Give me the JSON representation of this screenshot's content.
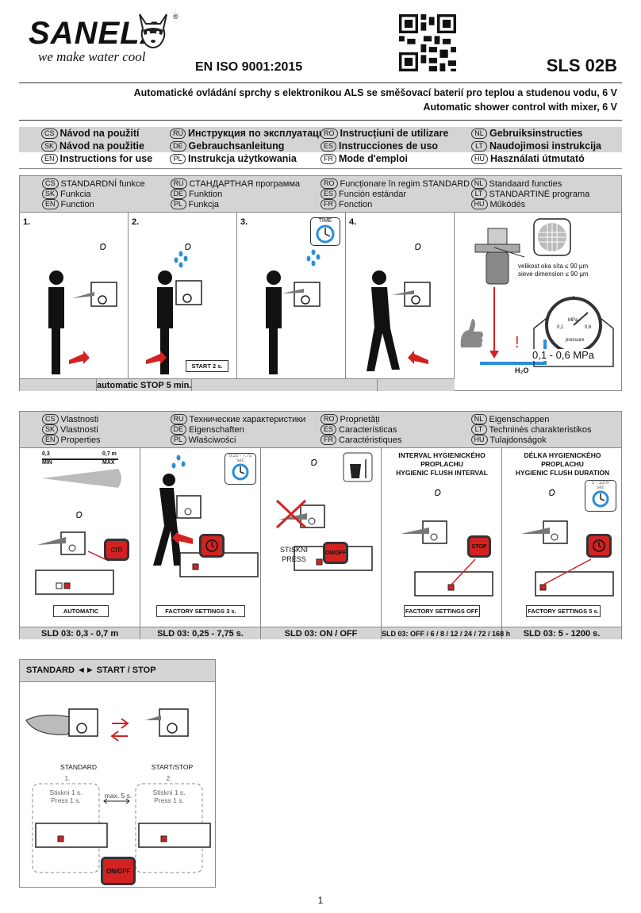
{
  "brand": {
    "name": "SANELA",
    "tagline": "we make water cool",
    "registered": "®"
  },
  "iso": "EN ISO 9001:2015",
  "model": "SLS 02B",
  "subtitle_cz": "Automatické ovládání sprchy s elektronikou ALS se směšovací baterií pro teplou a studenou vodu, 6 V",
  "subtitle_en": "Automatic shower control with mixer, 6 V",
  "languages": [
    [
      {
        "code": "CS",
        "text": "Návod na použití"
      },
      {
        "code": "RU",
        "text": "Инструкция по эксплуатации"
      },
      {
        "code": "RO",
        "text": "Instrucțiuni de utilizare"
      },
      {
        "code": "NL",
        "text": "Gebruiksinstructies"
      }
    ],
    [
      {
        "code": "SK",
        "text": "Návod na použitie"
      },
      {
        "code": "DE",
        "text": "Gebrauchsanleitung"
      },
      {
        "code": "ES",
        "text": "Instrucciones de uso"
      },
      {
        "code": "LT",
        "text": "Naudojimosi instrukcija"
      }
    ],
    [
      {
        "code": "EN",
        "text": "Instructions for use"
      },
      {
        "code": "PL",
        "text": "Instrukcja użytkowania"
      },
      {
        "code": "FR",
        "text": "Mode d'emploi"
      },
      {
        "code": "HU",
        "text": "Használati útmutató"
      }
    ]
  ],
  "function_panel": {
    "header": [
      [
        {
          "code": "CS",
          "text": "STANDARDNÍ funkce"
        },
        {
          "code": "RU",
          "text": "СТАНДАРТНАЯ программа"
        },
        {
          "code": "RO",
          "text": "Funcționare în regim STANDARD"
        },
        {
          "code": "NL",
          "text": "Standaard functies"
        }
      ],
      [
        {
          "code": "SK",
          "text": "Funkcia"
        },
        {
          "code": "DE",
          "text": "Funktion"
        },
        {
          "code": "ES",
          "text": "Función estándar"
        },
        {
          "code": "LT",
          "text": "STANDARTINĖ programa"
        }
      ],
      [
        {
          "code": "EN",
          "text": "Function"
        },
        {
          "code": "PL",
          "text": "Funkcja"
        },
        {
          "code": "FR",
          "text": "Fonction"
        },
        {
          "code": "HU",
          "text": "Működés"
        }
      ]
    ],
    "steps": [
      "1.",
      "2.",
      "3.",
      "4."
    ],
    "start_label": "START 2 s.",
    "timer_label": "TIME",
    "footer": "automatic STOP 5 min.",
    "filter_label_cz": "velikost oka síta ≤ 90 µm",
    "filter_label_en": "sieve dimension ≤ 90 µm",
    "pressure": "0,1 - 0,6 MPa",
    "gauge_unit": "MPa",
    "gauge_word": "pressure",
    "gauge_ticks": [
      "0,1",
      "0,6"
    ],
    "water": "H₂O",
    "warning": "!"
  },
  "properties_panel": {
    "header": [
      [
        {
          "code": "CS",
          "text": "Vlastnosti"
        },
        {
          "code": "RU",
          "text": "Технические характеристики"
        },
        {
          "code": "RO",
          "text": "Proprietăți"
        },
        {
          "code": "NL",
          "text": "Eigenschappen"
        }
      ],
      [
        {
          "code": "SK",
          "text": "Vlastnosti"
        },
        {
          "code": "DE",
          "text": "Eigenschaften"
        },
        {
          "code": "ES",
          "text": "Características"
        },
        {
          "code": "LT",
          "text": "Techninės charakteristikos"
        }
      ],
      [
        {
          "code": "EN",
          "text": "Properties"
        },
        {
          "code": "PL",
          "text": "Właściwości"
        },
        {
          "code": "FR",
          "text": "Caractéristiques"
        },
        {
          "code": "HU",
          "text": "Tulajdonságok"
        }
      ]
    ],
    "range_min_val": "0,3",
    "range_max_val": "0,7 m",
    "range_min": "MIN",
    "range_max": "MAX",
    "cm_label": "cm",
    "timer2": "0,25 - 7,75",
    "timer2_unit": "sec",
    "press_cz": "STISKNI",
    "press_en": "PRESS",
    "onoff": "ON/OFF",
    "interval_cz": "INTERVAL HYGIENICKÉHO PROPLACHU",
    "interval_en": "HYGIENIC FLUSH INTERVAL",
    "duration_cz": "DÉLKA HYGIENICKÉHO PROPLACHU",
    "duration_en": "HYGIENIC FLUSH DURATION",
    "timer5": "5 - 1200",
    "timer5_unit": "sec",
    "stop_label": "STOP",
    "labels": [
      "AUTOMATIC",
      "FACTORY SETTINGS 3 s.",
      "",
      "FACTORY SETTINGS OFF",
      "FACTORY SETTINGS 5 s."
    ],
    "footer": [
      "SLD 03: 0,3 - 0,7 m",
      "SLD 03: 0,25 - 7,75 s.",
      "SLD 03: ON / OFF",
      "SLD 03: OFF / 6 / 8 / 12 / 24 / 72 / 168 h",
      "SLD 03:  5 - 1200 s."
    ]
  },
  "standard_panel": {
    "title": "STANDARD ◄► START / STOP",
    "left_label": "STANDARD",
    "right_label": "START/STOP",
    "step1": "1.",
    "step2": "2.",
    "press_text_cz": "Stiskni 1 s.",
    "press_text_en": "Press 1 s.",
    "max_label": "max. 5 s.",
    "onoff": "ON/OFF"
  },
  "page_number": "1",
  "colors": {
    "accent_red": "#d32222",
    "panel_gray": "#d4d4d4",
    "blue": "#2a8fd6"
  }
}
